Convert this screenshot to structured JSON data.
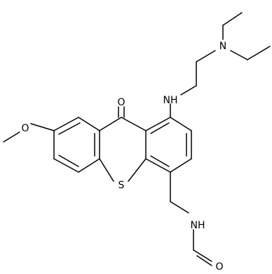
{
  "molecule": {
    "atoms": {
      "oxo_O": "O",
      "methoxy_O": "O",
      "ring_S": "S",
      "amine_NH": "NH",
      "tertiary_N": "N",
      "amide_NH": "NH",
      "formyl_O": "O"
    }
  }
}
